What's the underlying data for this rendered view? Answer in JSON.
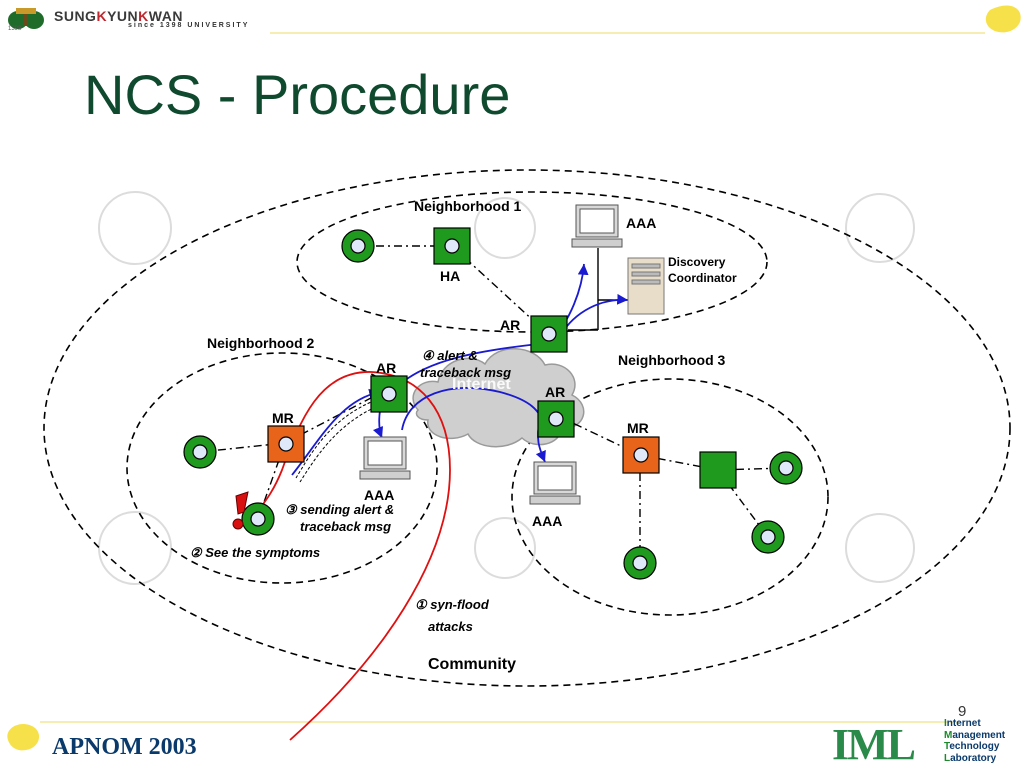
{
  "header": {
    "university_name_part1": "SUNG",
    "university_name_k1": "K",
    "university_name_part2": "YUN",
    "university_name_k2": "K",
    "university_name_part3": "WAN",
    "university_subtitle": "since 1398 UNIVERSITY",
    "logo_year": "1398"
  },
  "slide": {
    "title": "NCS - Procedure",
    "page_number": "9"
  },
  "diagram": {
    "neighborhood1": "Neighborhood 1",
    "neighborhood2": "Neighborhood 2",
    "neighborhood3": "Neighborhood 3",
    "community": "Community",
    "internet": "Internet",
    "ha": "HA",
    "ar_top": "AR",
    "ar_left": "AR",
    "ar_right": "AR",
    "mr_left": "MR",
    "mr_right": "MR",
    "aaa_top": "AAA",
    "aaa_left": "AAA",
    "aaa_right": "AAA",
    "discovery_line1": "Discovery",
    "discovery_line2": "Coordinator",
    "step1_line1": "① syn-flood",
    "step1_line2": "attacks",
    "step2": "② See the symptoms",
    "step3_line1": "③ sending alert &",
    "step3_line2": "traceback msg",
    "step4_line1": "④ alert &",
    "step4_line2": "traceback msg"
  },
  "footer": {
    "conference": "APNOM 2003",
    "lab_logo": "IML",
    "lab_line1_cap": "I",
    "lab_line1_rest": "nternet",
    "lab_line2_cap": "M",
    "lab_line2_rest": "anagement",
    "lab_line3_cap": "T",
    "lab_line3_rest": "echnology",
    "lab_line4_cap": "L",
    "lab_line4_rest": "aboratory"
  },
  "colors": {
    "title": "#0f4a2e",
    "node_green": "#1f9a1f",
    "node_orange": "#e8641a",
    "attack_line": "#e01010",
    "message_line": "#1a1ad0",
    "footer_text": "#0a3a6b"
  }
}
